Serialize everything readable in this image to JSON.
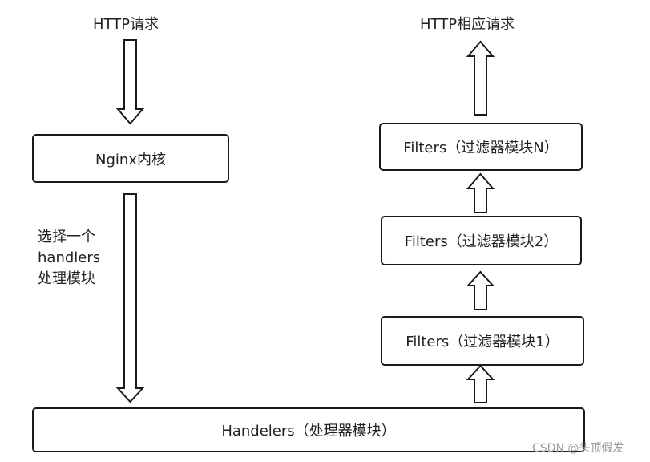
{
  "labels": {
    "http_request": "HTTP请求",
    "http_response": "HTTP相应请求"
  },
  "boxes": {
    "nginx_core": "Nginx内核",
    "filter_n": "Filters（过滤器模块N）",
    "filter_2": "Filters（过滤器模块2）",
    "filter_1": "Filters（过滤器模块1）",
    "handlers": "Handelers（处理器模块）"
  },
  "side_label": {
    "line1": "选择一个",
    "line2": "handlers",
    "line3": "处理模块"
  },
  "watermark": "CSDN @头顶假发",
  "colors": {
    "stroke": "#1a1a1a",
    "background": "#ffffff",
    "watermark": "#9a9a9a"
  }
}
